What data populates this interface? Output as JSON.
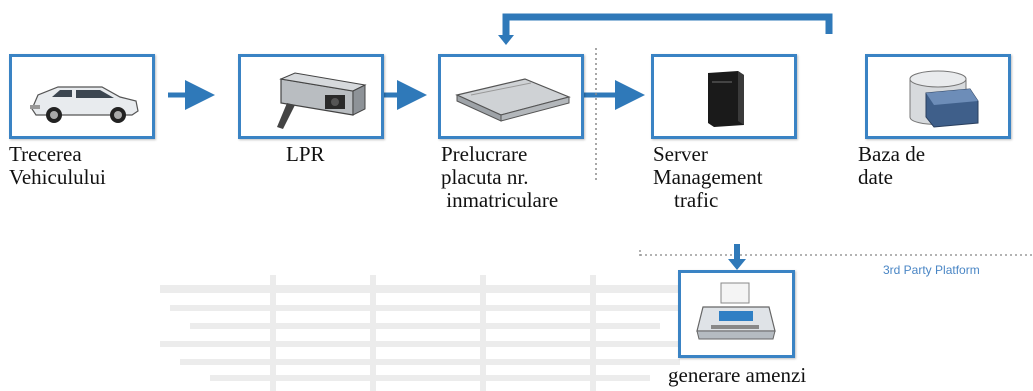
{
  "nodes": {
    "vehicle": {
      "label": "Trecerea\nVehiculului",
      "icon": "car-icon"
    },
    "lpr": {
      "label": "LPR",
      "icon": "camera-icon"
    },
    "processing": {
      "label": "Prelucrare\nplacuta nr.\n inmatriculare",
      "icon": "processing-unit-icon"
    },
    "server": {
      "label": "Server\nManagement\n    trafic",
      "icon": "server-icon"
    },
    "database": {
      "label": "Baza de\ndate",
      "icon": "database-icon"
    },
    "fines": {
      "label": "generare amenzi",
      "icon": "printer-icon"
    }
  },
  "platform": {
    "label": "3rd Party Platform"
  },
  "colors": {
    "border": "#3a83c4",
    "arrow": "#2f79b9",
    "platform_text": "#4a86c5"
  }
}
